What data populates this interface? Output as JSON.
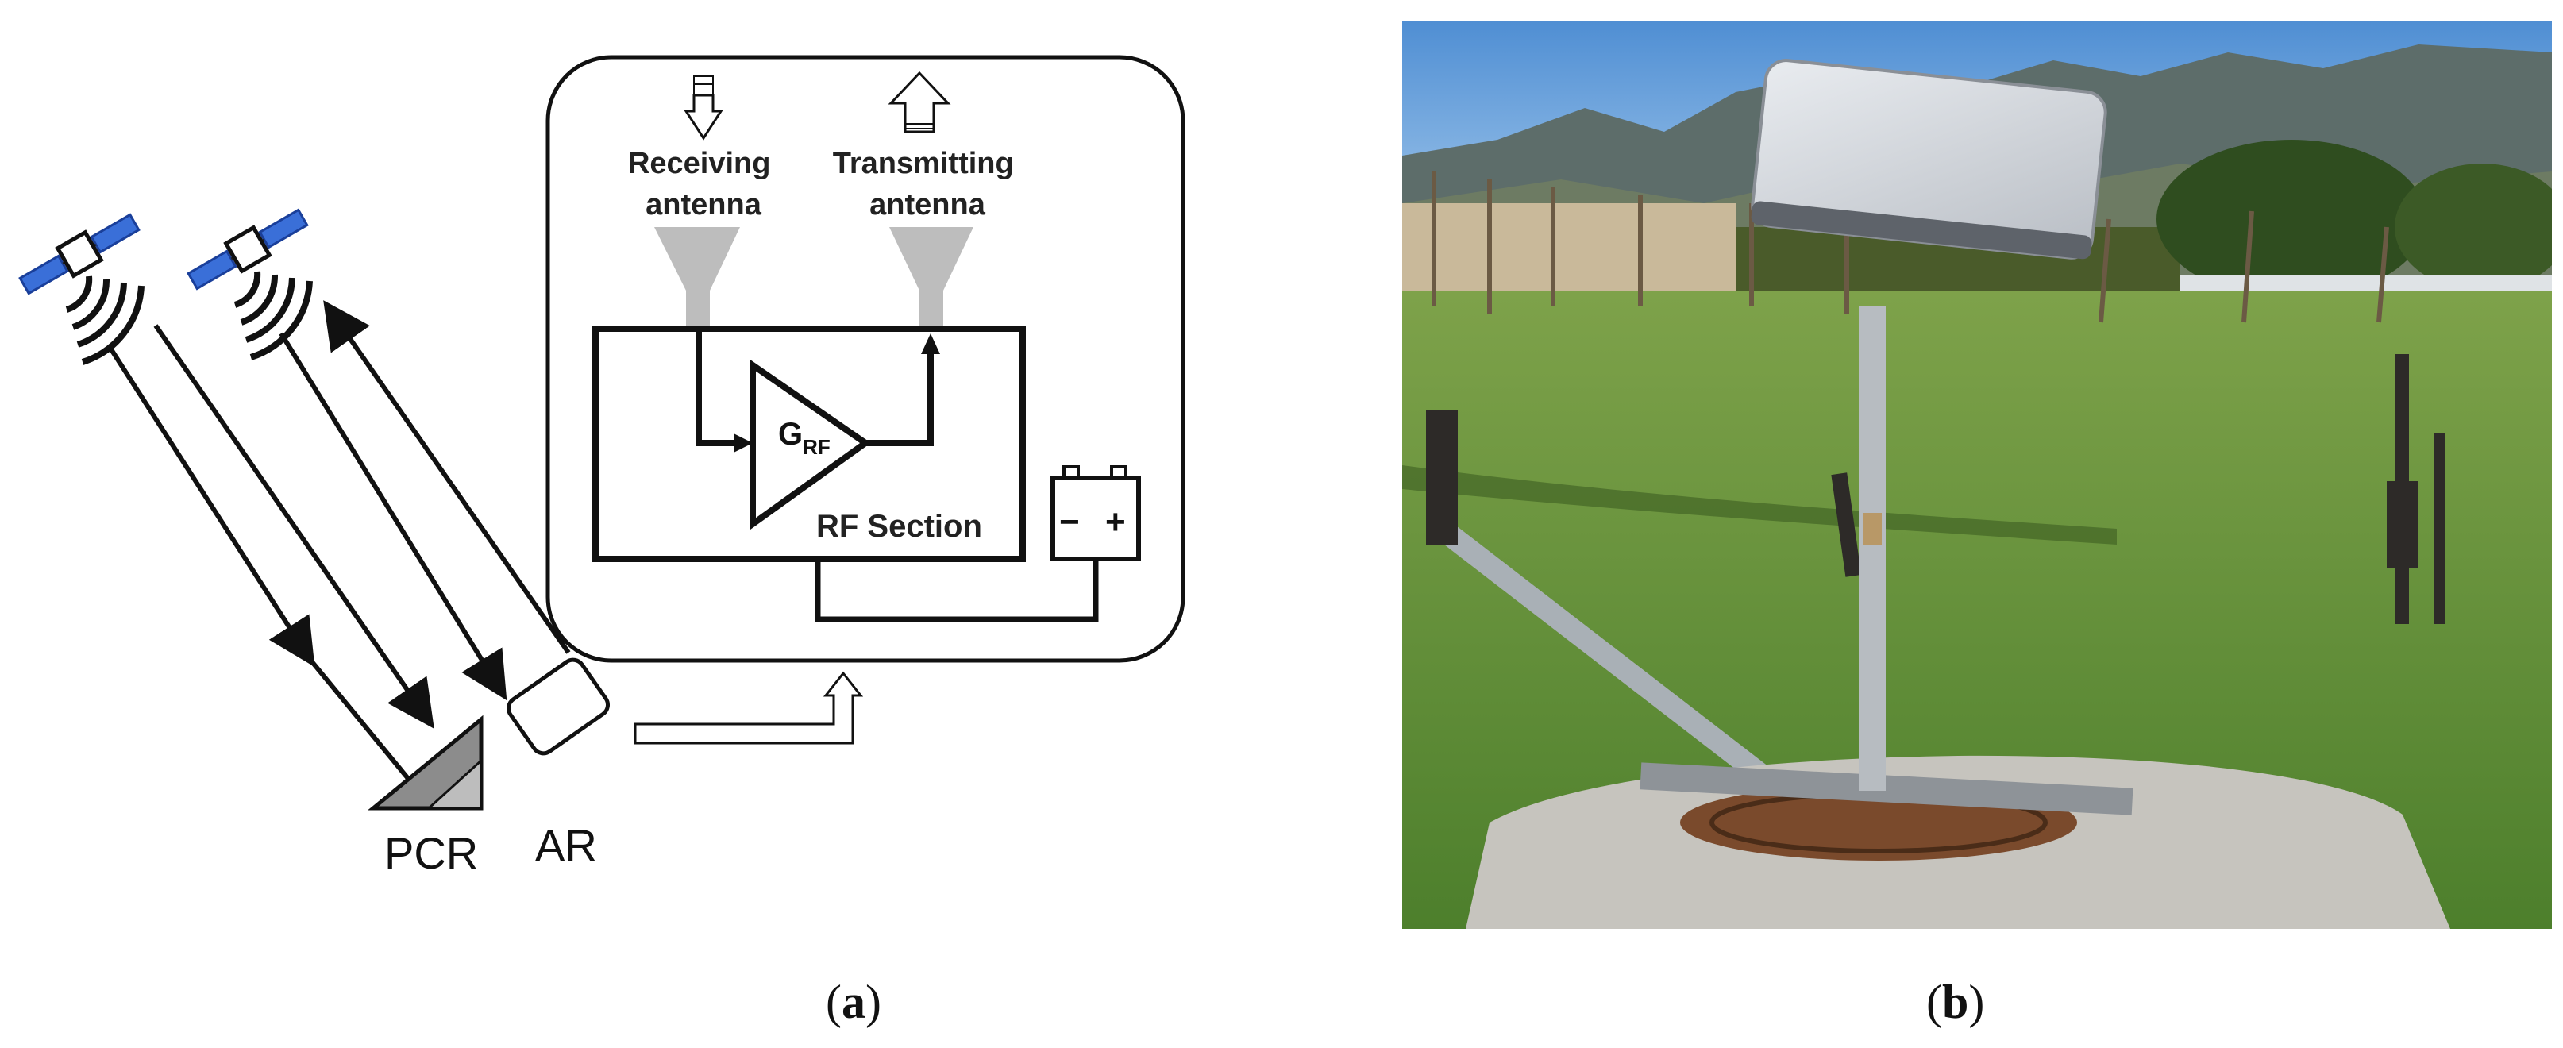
{
  "diagram": {
    "receiving_label_1": "Receiving",
    "receiving_label_2": "antenna",
    "transmitting_label_1": "Transmitting",
    "transmitting_label_2": "antenna",
    "amplifier_label": "G",
    "amplifier_subscript": "RF",
    "rf_section_label": "RF Section",
    "battery_minus": "−",
    "battery_plus": "+",
    "pcr_label": "PCR",
    "ar_label": "AR"
  },
  "captions": {
    "a_open": "(",
    "a_letter": "a",
    "a_close": ")",
    "b_open": "(",
    "b_letter": "b",
    "b_close": ")"
  },
  "colors": {
    "satellite_panel": "#3a6fd8",
    "antenna_gray": "#bdbdbd",
    "reflector_gray": "#8c8c8c",
    "sky": "#6ea6de",
    "grass": "#5f8f3a"
  }
}
